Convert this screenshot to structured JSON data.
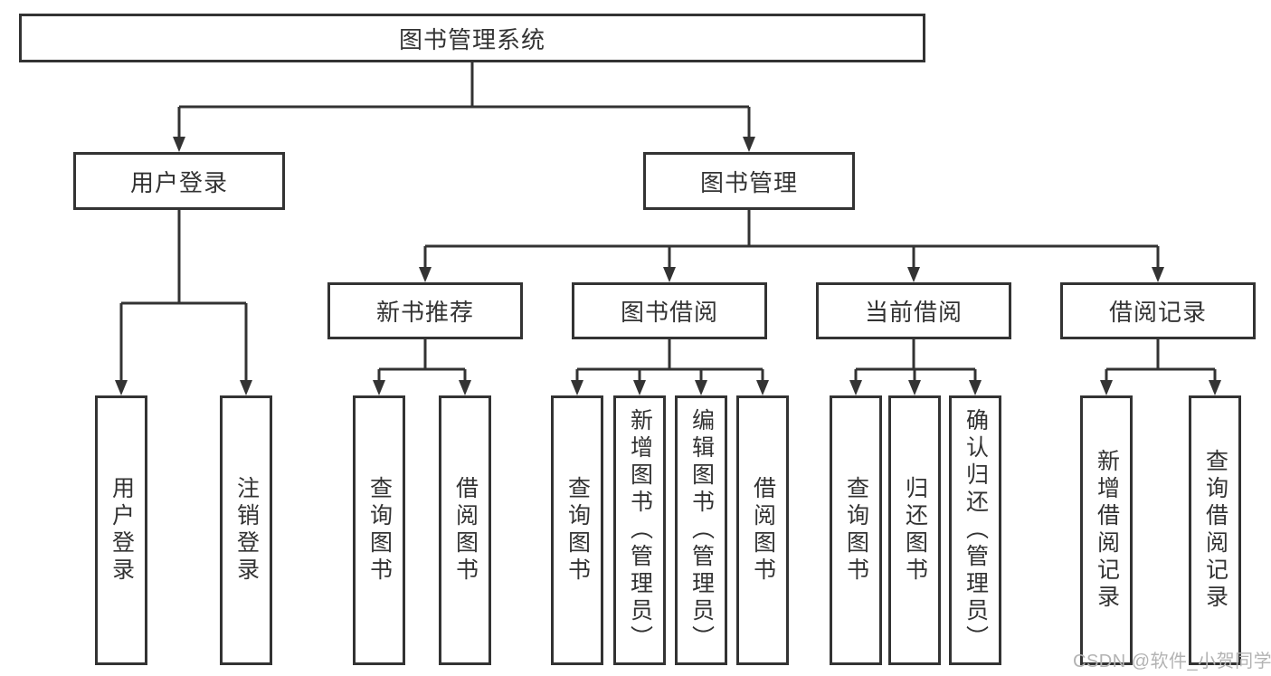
{
  "diagram": {
    "title": "图书管理系统",
    "level2": {
      "user_login": "用户登录",
      "book_management": "图书管理"
    },
    "level3": {
      "new_book_recommend": "新书推荐",
      "book_borrow": "图书借阅",
      "current_borrow": "当前借阅",
      "borrow_records": "借阅记录"
    },
    "leaves": {
      "user_login": [
        "用户登录",
        "注销登录"
      ],
      "new_book_recommend": [
        "查询图书",
        "借阅图书"
      ],
      "book_borrow": [
        "查询图书",
        "新增图书（管理员）",
        "编辑图书（管理员）",
        "借阅图书"
      ],
      "current_borrow": [
        "查询图书",
        "归还图书",
        "确认归还（管理员）"
      ],
      "borrow_records": [
        "新增借阅记录",
        "查询借阅记录"
      ]
    },
    "watermark": "CSDN @软件_小贺同学",
    "colors": {
      "line": "#333333",
      "text": "#333333",
      "background": "#ffffff",
      "watermark": "#b3b3b3"
    }
  }
}
